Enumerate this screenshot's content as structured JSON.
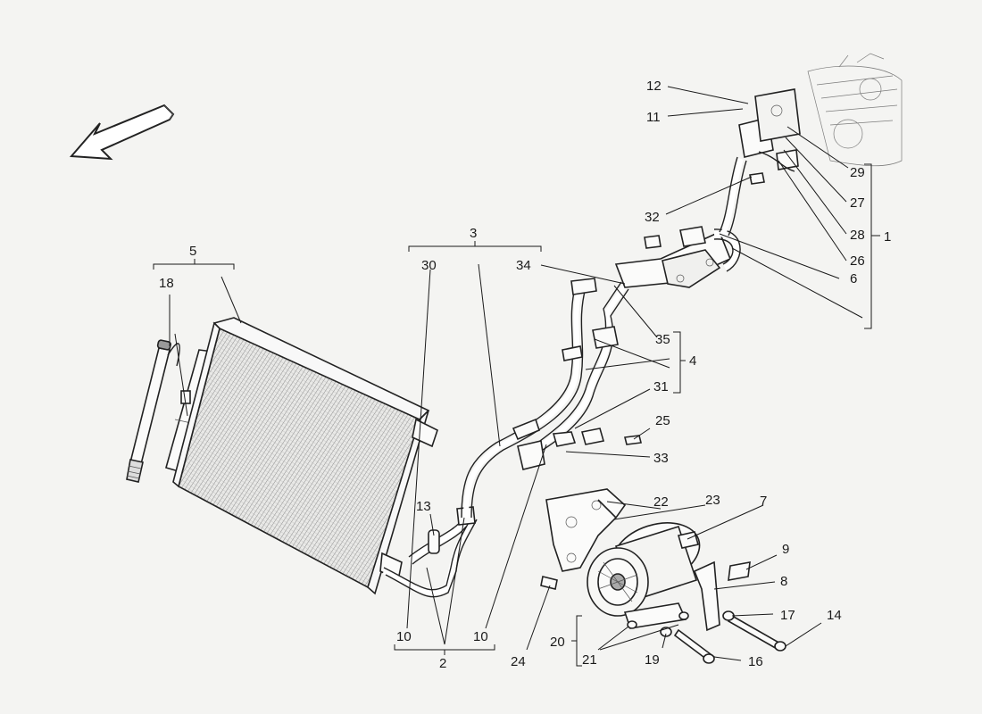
{
  "diagram": {
    "callouts": [
      {
        "id": "1",
        "text": "1"
      },
      {
        "id": "2",
        "text": "2"
      },
      {
        "id": "3",
        "text": "3"
      },
      {
        "id": "4",
        "text": "4"
      },
      {
        "id": "5",
        "text": "5"
      },
      {
        "id": "6",
        "text": "6"
      },
      {
        "id": "7",
        "text": "7"
      },
      {
        "id": "8",
        "text": "8"
      },
      {
        "id": "9",
        "text": "9"
      },
      {
        "id": "10a",
        "text": "10"
      },
      {
        "id": "10b",
        "text": "10"
      },
      {
        "id": "11",
        "text": "11"
      },
      {
        "id": "12",
        "text": "12"
      },
      {
        "id": "13",
        "text": "13"
      },
      {
        "id": "14",
        "text": "14"
      },
      {
        "id": "16",
        "text": "16"
      },
      {
        "id": "17",
        "text": "17"
      },
      {
        "id": "18",
        "text": "18"
      },
      {
        "id": "19",
        "text": "19"
      },
      {
        "id": "20",
        "text": "20"
      },
      {
        "id": "21",
        "text": "21"
      },
      {
        "id": "22",
        "text": "22"
      },
      {
        "id": "23",
        "text": "23"
      },
      {
        "id": "24",
        "text": "24"
      },
      {
        "id": "25",
        "text": "25"
      },
      {
        "id": "26",
        "text": "26"
      },
      {
        "id": "27",
        "text": "27"
      },
      {
        "id": "28",
        "text": "28"
      },
      {
        "id": "29",
        "text": "29"
      },
      {
        "id": "30",
        "text": "30"
      },
      {
        "id": "31",
        "text": "31"
      },
      {
        "id": "32",
        "text": "32"
      },
      {
        "id": "33",
        "text": "33"
      },
      {
        "id": "34",
        "text": "34"
      },
      {
        "id": "35",
        "text": "35"
      }
    ]
  }
}
